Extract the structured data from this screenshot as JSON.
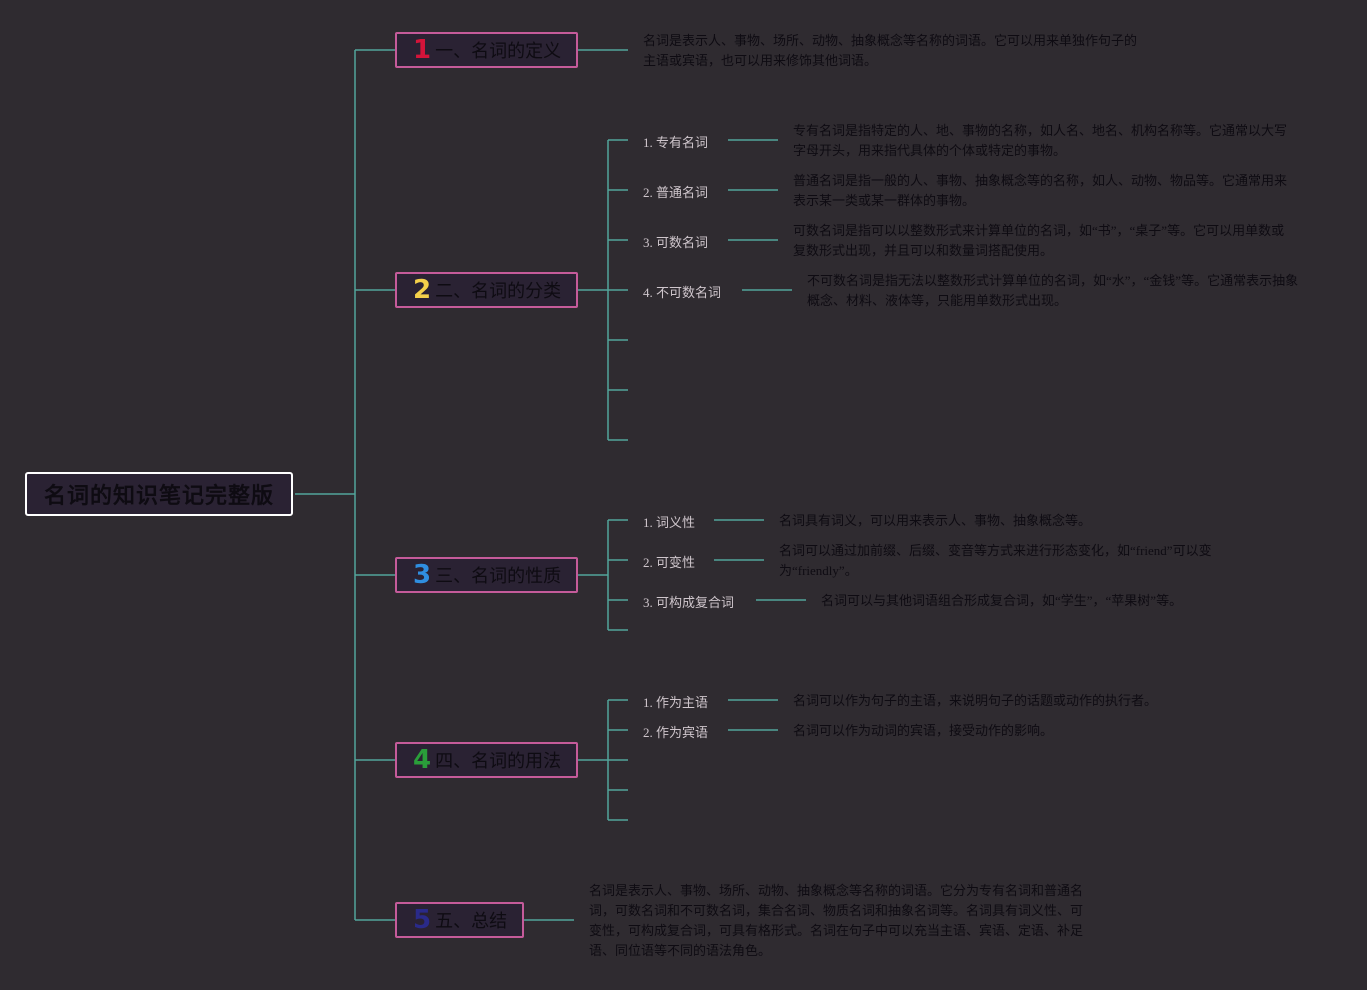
{
  "root": {
    "title": "名词的知识笔记完整版"
  },
  "colors": {
    "line": "#52a59a",
    "topic_border": "#c55b9a",
    "root_border": "#ffffff"
  },
  "topics": [
    {
      "num": "1",
      "num_color": "#d4143a",
      "label": "一、名词的定义",
      "desc": "名词是表示人、事物、场所、动物、抽象概念等名称的词语。它可以用来单独作句子的主语或宾语，也可以用来修饰其他词语。"
    },
    {
      "num": "2",
      "num_color": "#f4d04a",
      "label": "二、名词的分类",
      "items": [
        {
          "label": "1. 专有名词",
          "desc": "专有名词是指特定的人、地、事物的名称，如人名、地名、机构名称等。它通常以大写字母开头，用来指代具体的个体或特定的事物。"
        },
        {
          "label": "2. 普通名词",
          "desc": "普通名词是指一般的人、事物、抽象概念等的名称，如人、动物、物品等。它通常用来表示某一类或某一群体的事物。"
        },
        {
          "label": "3. 可数名词",
          "desc": "可数名词是指可以以整数形式来计算单位的名词，如“书”，“桌子”等。它可以用单数或复数形式出现，并且可以和数量词搭配使用。"
        },
        {
          "label": "4. 不可数名词",
          "desc": "不可数名词是指无法以整数形式计算单位的名词，如“水”，“金钱”等。它通常表示抽象概念、材料、液体等，只能用单数形式出现。"
        }
      ]
    },
    {
      "num": "3",
      "num_color": "#2f8ee0",
      "label": "三、名词的性质",
      "items": [
        {
          "label": "1. 词义性",
          "desc": "名词具有词义，可以用来表示人、事物、抽象概念等。"
        },
        {
          "label": "2. 可变性",
          "desc": "名词可以通过加前缀、后缀、变音等方式来进行形态变化，如“friend”可以变为“friendly”。"
        },
        {
          "label": "3. 可构成复合词",
          "desc": "名词可以与其他词语组合形成复合词，如“学生”，“苹果树”等。"
        }
      ]
    },
    {
      "num": "4",
      "num_color": "#2a9e3a",
      "label": "四、名词的用法",
      "items": [
        {
          "label": "1. 作为主语",
          "desc": "名词可以作为句子的主语，来说明句子的话题或动作的执行者。"
        },
        {
          "label": "2. 作为宾语",
          "desc": "名词可以作为动词的宾语，接受动作的影响。"
        }
      ]
    },
    {
      "num": "5",
      "num_color": "#2a2a8a",
      "label": "五、总结",
      "desc": "名词是表示人、事物、场所、动物、抽象概念等名称的词语。它分为专有名词和普通名词，可数名词和不可数名词，集合名词、物质名词和抽象名词等。名词具有词义性、可变性，可构成复合词，可具有格形式。名词在句子中可以充当主语、宾语、定语、补足语、同位语等不同的语法角色。"
    }
  ]
}
